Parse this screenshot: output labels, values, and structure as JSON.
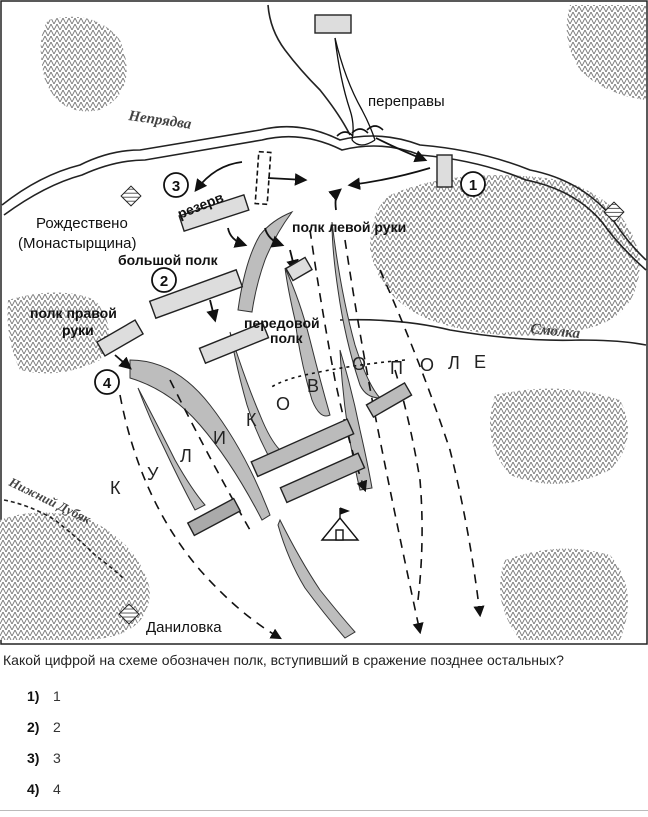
{
  "map": {
    "rivers": {
      "nepryadva": "Непрядва",
      "smolka": "Смолка",
      "nizhny_dubyak": "Нижний Дубяк"
    },
    "crossings_label": "переправы",
    "villages": {
      "rozhdestveno_line1": "Рождествено",
      "rozhdestveno_line2": "(Монастырщина)",
      "danilovka": "Даниловка"
    },
    "regiments": {
      "reserve": "резерв",
      "left_hand": "полк левой руки",
      "big": "большой полк",
      "right_hand_line1": "полк правой",
      "right_hand_line2": "руки",
      "advance_line1": "передовой",
      "advance_line2": "полк"
    },
    "markers": [
      "1",
      "2",
      "3",
      "4"
    ],
    "field_letters": [
      "К",
      "У",
      "Л",
      "И",
      "К",
      "О",
      "В",
      "О",
      "П",
      "О",
      "Л",
      "Е"
    ]
  },
  "question": "Какой цифрой на схеме обозначен полк, вступивший в сражение позднее остальных?",
  "answers": [
    {
      "num": "1)",
      "text": "1"
    },
    {
      "num": "2)",
      "text": "2"
    },
    {
      "num": "3)",
      "text": "3"
    },
    {
      "num": "4)",
      "text": "4"
    }
  ]
}
